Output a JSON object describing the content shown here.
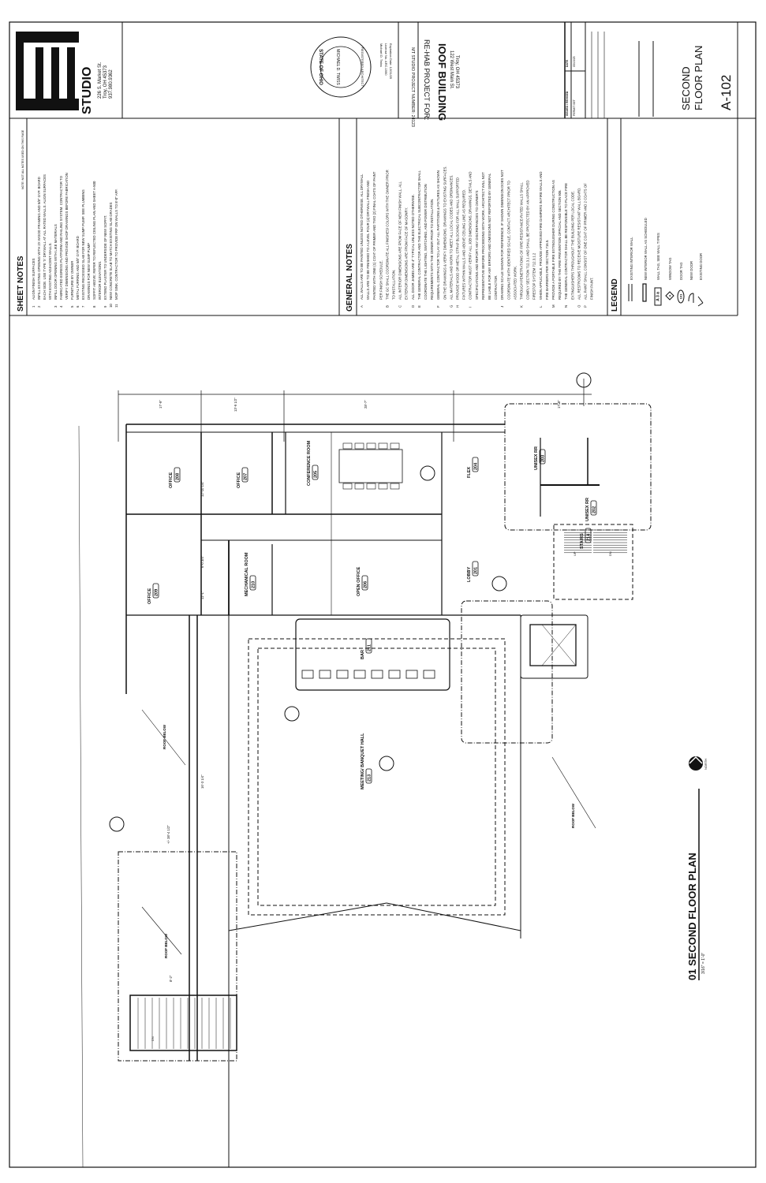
{
  "firm": {
    "logo_text": "MT STUDIO",
    "studio": "STUDIO",
    "address_1": "226 S. Market St.",
    "address_2": "Troy, OH 45373",
    "phone": "937.980.9362"
  },
  "sheet_notes": {
    "title": "SHEET NOTES",
    "disclaimer": "NOTE: NOT ALL NOTES USED ON THIS PAGE",
    "items": [
      {
        "num": "1",
        "text": "ALIGN FINISH SURFACES"
      },
      {
        "num": "2",
        "text": "INFILL EXISTING OPENING WITH 2X WOOD FRAMING AND 5/8\" GYP. BOARD"
      },
      {
        "num": "",
        "text": "EACH SIDE. USE TYPE 'X' DRYWALL AT ALL RATED WALLS. ALIGN SURFACES"
      },
      {
        "num": "",
        "text": "WITH EXISTING ADJACENT WALLS."
      },
      {
        "num": "3",
        "text": "INFILL DOOR OPENING WITH LIKE MATERIALS"
      },
      {
        "num": "4",
        "text": "FABRICATED EGRESS PLATFORM AND RAILING SYSTEM. CONTRACTOR TO"
      },
      {
        "num": "",
        "text": "VERIFY DIMENSIONS AND PROVIDE SHOP DRAWINGS BEFORE FABRICATION"
      },
      {
        "num": "5",
        "text": "FURNITURE BY OWNER"
      },
      {
        "num": "6",
        "text": "METAL FURRING AND 5/8\" GYP. BOARD"
      },
      {
        "num": "7",
        "text": "EXISTING RECESSED SLAB FOR NEW SUMP PUMP. SEE PLUMBING"
      },
      {
        "num": "",
        "text": "DRAWINGS FOR NEW SUMP PUMP"
      },
      {
        "num": "8",
        "text": "SOFFIT ABOVE; REFER TO REFLECTED CEILING PLAN AND SHEET A-500"
      },
      {
        "num": "",
        "text": "INTERIOR ELEVATIONS."
      },
      {
        "num": "9",
        "text": "EXTEND PLASTER TO UNDERSIDE OF NEW SOFFIT."
      },
      {
        "num": "10",
        "text": "NEW CONCRETE SLAB TO MATCH EXISTING SLAB GRADES"
      },
      {
        "num": "11",
        "text": "MOP SINK. CONTRACTOR TO PROVIDE FRP ON WALLS TO 8'-0\" AFF."
      }
    ]
  },
  "general_notes": {
    "title": "GENERAL NOTES",
    "items": [
      {
        "num": "A",
        "text": "ALL WALLS ARE TO BE PAINTED UNLESS NOTED OTHERWISE. ALL DRYWALL"
      },
      {
        "num": "",
        "text": "WALLS ARE TO BE FINISHED TO A LEVEL FOUR (4) DRYWALL FINISH AND"
      },
      {
        "num": "",
        "text": "PAINTED WITH ONE (1) COAT OF PRIMER AND TWO (2) FINAL COATS OF PAINT"
      },
      {
        "num": "",
        "text": "PER FINISH SCHEDULE."
      },
      {
        "num": "B",
        "text": "THE GC SHALL COORDINATE ALL FINISHES/ COLORS WITH THE OWNER PRIOR"
      },
      {
        "num": "",
        "text": "TO INSTALLATION."
      },
      {
        "num": "C",
        "text": "ALL INTERIOR DIMENSIONS ARE FROM FACE OF NEW FINISH WALL. ALL"
      },
      {
        "num": "",
        "text": "EXTERIOR DIMENSIONS ARE FROM FACE OF MASONRY."
      },
      {
        "num": "D",
        "text": "ALL DOOR JAMBS ARE 4\" TYPICAL UNLESS NOTED OTHERWISE."
      },
      {
        "num": "E",
        "text": "THE GENERAL CONTRACTOR AND THE ELECTRICAL SUBCONTRACTOR SHALL"
      },
      {
        "num": "",
        "text": "COORDINATE THE LIGHTING, SWITCHING, AND POWER DISTRIBUTION"
      },
      {
        "num": "",
        "text": "REQUIREMENTS WITH THE OWNER PRIOR TO INSTALLATION."
      },
      {
        "num": "F",
        "text": "GENERAL CONTRACTOR TO LAY OUT ALL PARTITIONS & FIXTURES AS SHOWN"
      },
      {
        "num": "",
        "text": "ON THE DRAWINGS & VERIFY DIMENSIONS. DRAWINGS TO EXISTING SURFACES."
      },
      {
        "num": "G",
        "text": "ALL MATERIALS AND WORK TO MEET ALL LOCAL CODES AND ORDINANCES."
      },
      {
        "num": "H",
        "text": "PROVIDE WOOD OR METAL STRAP BLOCKING FOR ALL WALL SUPPORTED"
      },
      {
        "num": "",
        "text": "FIXTURES WITHIN WALLS AND ABOVE CEILING LINE AS REQUIRED."
      },
      {
        "num": "I",
        "text": "CONTRACTOR MUST VERIFY ALL JOB DIMENSIONS, DRAWINGS, DETAILS AND"
      },
      {
        "num": "",
        "text": "SPECIFICATIONS AND REPORT ANY DISCREPANCIES TO OWNER'S"
      },
      {
        "num": "",
        "text": "REPRESENTATIVE BEFORE PROCEEDING WITH WORK. ARCHITECT WILL NOT"
      },
      {
        "num": "",
        "text": "BE LIABLE FOR ANY ERRORS AND OMISSIONS NOT REPORTED BY GENERAL"
      },
      {
        "num": "",
        "text": "CONTRACTOR."
      },
      {
        "num": "J",
        "text": "DRAWING SCALE SHOWN FOR REFERENCE. IF SHOWN DIMENSION DOES NOT"
      },
      {
        "num": "",
        "text": "COORDINATE WITH IDENTIFIED SCALE, CONTACT ARCHITECT PRIOR TO"
      },
      {
        "num": "",
        "text": "ASSOCIATED WORK."
      },
      {
        "num": "K",
        "text": "THROUGH PENETRATIONS OF FIRE-RESISTANCE-RATED WALLS SHALL"
      },
      {
        "num": "",
        "text": "COMPLY SECTION 712.3.1 AND SHALL BE PROTECTED BY AN APPROVED"
      },
      {
        "num": "",
        "text": "FIRESTOP SYSTEM 712.3.1.2"
      },
      {
        "num": "L",
        "text": "WHEN APPLICABLE, PROVIDE APPROVED FIRE DAMPERS IN FIRE WALLS AND"
      },
      {
        "num": "",
        "text": "FIRE BARRIERS PER SECTION 716.5."
      },
      {
        "num": "M",
        "text": "PROVIDE A PORTABLE FIRE EXTINGUISHER DURING CONSTRUCTION AS"
      },
      {
        "num": "",
        "text": "REQUIRED BY THE FIRE PREVENTION OFFICIAL AND SECTION 906."
      },
      {
        "num": "N",
        "text": "THE GENERAL CONTRACTOR SHALL BE RESPONSIBLE TO PLACE FIRE"
      },
      {
        "num": "",
        "text": "EXTINGUISHERS THROUGHOUT THE BUILDING PER LOCAL CODE."
      },
      {
        "num": "O",
        "text": "ALL RESTROOMS TO RECEIVE MOISTURE RESISTANT WALL BOARD."
      },
      {
        "num": "P",
        "text": "ALL PAINT SHALL CONSIST OF ONE COAT OF PRIMER AND 2 COATS OF"
      },
      {
        "num": "",
        "text": "FINISH PAINT."
      }
    ]
  },
  "legend": {
    "title": "LEGEND",
    "items": [
      {
        "symbol": "existing-wall",
        "text": "EXISTING INTERIOR WALL"
      },
      {
        "symbol": "new-wall",
        "text": "NEW INTERIOR WALL AS SCHEDULED"
      },
      {
        "symbol": "wall-tag",
        "tag": "A 3 a",
        "text": "WALL TAG, SEE WALL TYPES"
      },
      {
        "symbol": "window-tag",
        "tag": "A",
        "text": "WINDOW TAG"
      },
      {
        "symbol": "door-tag",
        "tag": "101",
        "text": "DOOR TAG"
      },
      {
        "symbol": "new-door",
        "text": "NEW DOOR"
      },
      {
        "symbol": "existing-door",
        "text": "EXISTING DOOR"
      }
    ]
  },
  "project": {
    "heading": "RE-HAB PROJECT FOR:",
    "name": "IOOF BUILDING",
    "address_1": "122 West Main St.",
    "address_2": "Troy, OH 45373",
    "project_number": "MT STUDIO PROJECT NUMBER:  24123"
  },
  "seal": {
    "state": "STATE OF OHIO",
    "name": "MICHAEL D. TWISS",
    "type": "REGISTERED ARCHITECT",
    "architect_1": "Michael D. Twiss",
    "architect_2": "License No. ARC.1990",
    "architect_3": "Expiration Date: 12/31/25"
  },
  "revisions": {
    "col_issued": "ISSUED / REVISED",
    "col_date": "DATE",
    "rows": [
      {
        "label": "PERMIT SET",
        "date": "05/15/25"
      }
    ]
  },
  "sheet": {
    "title_1": "SECOND",
    "title_2": "FLOOR PLAN",
    "number": "A-102"
  },
  "plan": {
    "title": "01  SECOND FLOOR PLAN",
    "scale": "3/16\" = 1'-0\"",
    "north": "NORTH",
    "rooms": [
      {
        "name": "OFFICE",
        "number": "208"
      },
      {
        "name": "OFFICE",
        "number": "207"
      },
      {
        "name": "CONFERENCE ROOM",
        "number": "205"
      },
      {
        "name": "FLEX",
        "number": "204"
      },
      {
        "name": "OFFICE",
        "number": "209"
      },
      {
        "name": "MECHANICAL ROOM",
        "number": "210"
      },
      {
        "name": "OPEN OFFICE",
        "number": "206"
      },
      {
        "name": "LOBBY",
        "number": "201"
      },
      {
        "name": "BAR",
        "number": "211"
      },
      {
        "name": "MEETING/ BANQUET HALL",
        "number": "213"
      },
      {
        "name": "UNISEX RR",
        "number": "203"
      },
      {
        "name": "UNISEX RR",
        "number": "202"
      },
      {
        "name": "STAIRS",
        "number": "214"
      }
    ],
    "roof_below": "ROOF BELOW",
    "dimensions": [
      "17'-9\"",
      "13'-9 1/2\"",
      "28'-7\"",
      "17'-8\"",
      "12'-10 1/4\"",
      "6'-0 3/4\"",
      "11'-1\"",
      "16'-3 1/4\"",
      "+/- 38'-4 1/2\"",
      "8'-2\""
    ],
    "up": "UP",
    "dn": "DN"
  }
}
